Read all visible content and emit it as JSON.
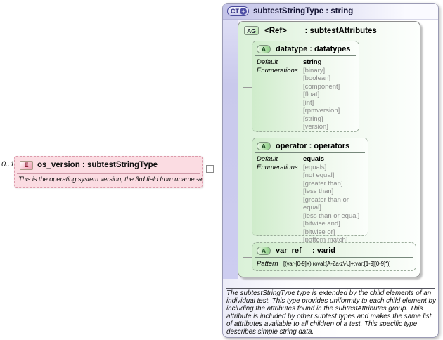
{
  "element": {
    "cardinality": "0..1",
    "badge": "E",
    "title": "os_version : subtestStringType",
    "annotation": "This is the operating system version, the 3rd field from uname -a."
  },
  "complex_type": {
    "badge": "CT",
    "badge_plus": "+",
    "title": "subtestStringType : string",
    "annotation": "The subtestStringType type is extended by the child elements of an individual test.  This type provides uniformity to each child element by including the attributes found in the subtestAttributes group.  This attribute is included by other subtest types and makes the same list of attributes available to all children of a test.  This specific type describes simple string data."
  },
  "attribute_group": {
    "badge": "AG",
    "title": "<Ref>        : subtestAttributes"
  },
  "attributes": {
    "datatype": {
      "badge": "A",
      "name": "datatype : datatypes",
      "default_label": "Default",
      "default_value": "string",
      "enum_label": "Enumerations",
      "enumerations": [
        "[binary]",
        "[boolean]",
        "[component]",
        "[float]",
        "[int]",
        "[rpmversion]",
        "[string]",
        "[version]"
      ]
    },
    "operator": {
      "badge": "A",
      "name": "operator : operators",
      "default_label": "Default",
      "default_value": "equals",
      "enum_label": "Enumerations",
      "enumerations": [
        "[equals]",
        "[not equal]",
        "[greater than]",
        "[less than]",
        "[greater than or equal]",
        "[less than or equal]",
        "[bitwise and]",
        "[bitwise or]",
        "[pattern match]"
      ]
    },
    "var_ref": {
      "badge": "A",
      "name": "var_ref     : varid",
      "pattern_label": "Pattern",
      "pattern_value": "[(var-[0-9]+)|(oval:[A-Za-z\\-\\.]+:var:[1-9][0-9]*)]"
    }
  },
  "colors": {
    "element_fill": "#fbdce2",
    "element_border": "#dc9aaa",
    "type_lavender": "#c3c3e8",
    "group_green": "#daf1d8",
    "attr_green": "#cfeccb",
    "line_gray": "#999999",
    "enum_text": "#8a8a8a"
  }
}
